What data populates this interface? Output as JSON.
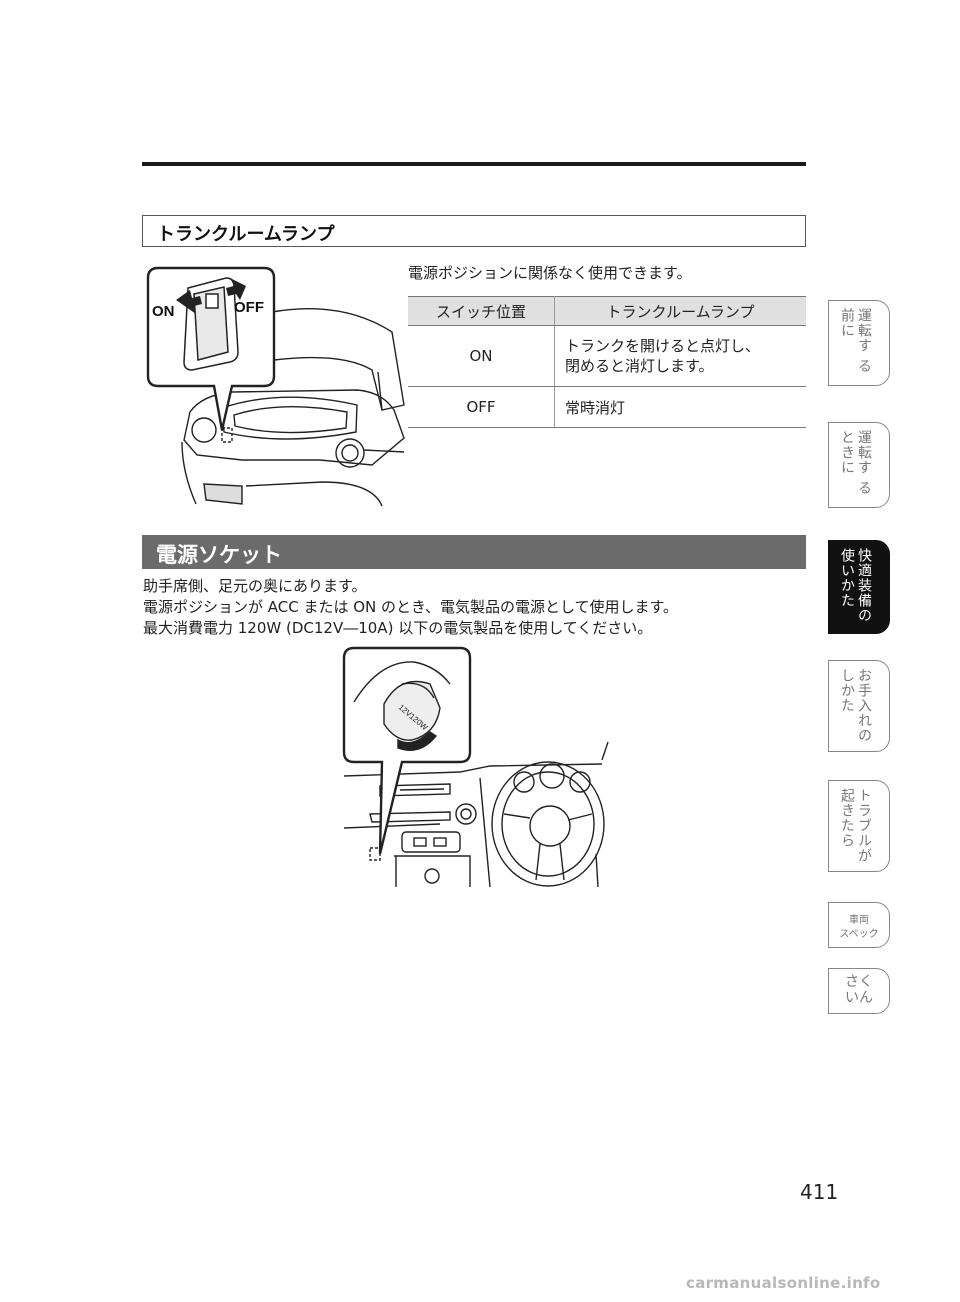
{
  "section1": {
    "title": "トランクルームランプ",
    "intro": "電源ポジションに関係なく使用できます。",
    "table": {
      "headers": [
        "スイッチ位置",
        "トランクルームランプ"
      ],
      "rows": [
        {
          "position": "ON",
          "desc_line1": "トランクを開けると点灯し、",
          "desc_line2": "閉めると消灯します。"
        },
        {
          "position": "OFF",
          "desc_line1": "常時消灯"
        }
      ]
    },
    "illustration": {
      "label_on": "ON",
      "label_off": "OFF"
    }
  },
  "section2": {
    "title": "電源ソケット",
    "lines": [
      "助手席側、足元の奥にあります。",
      "電源ポジションが ACC または ON のとき、電気製品の電源として使用します。",
      "最大消費電力 120W (DC12V―10A) 以下の電気製品を使用してください。"
    ],
    "illustration": {
      "socket_label": "12V120W"
    }
  },
  "side_tabs": [
    {
      "col_right": "運転す る",
      "col_left": "前に"
    },
    {
      "col_right": "運転す る",
      "col_left": "ときに"
    },
    {
      "col_right": "快適装備の",
      "col_left": "使いかた"
    },
    {
      "col_right": "お手入れの",
      "col_left": "しかた"
    },
    {
      "col_right": "トラブルが",
      "col_left": "起きたら"
    },
    {
      "line1": "車両",
      "line2": "スペック"
    },
    {
      "col_right": "さく",
      "col_left": "いん"
    }
  ],
  "page_number": "411",
  "watermark": "carmanualsonline.info"
}
